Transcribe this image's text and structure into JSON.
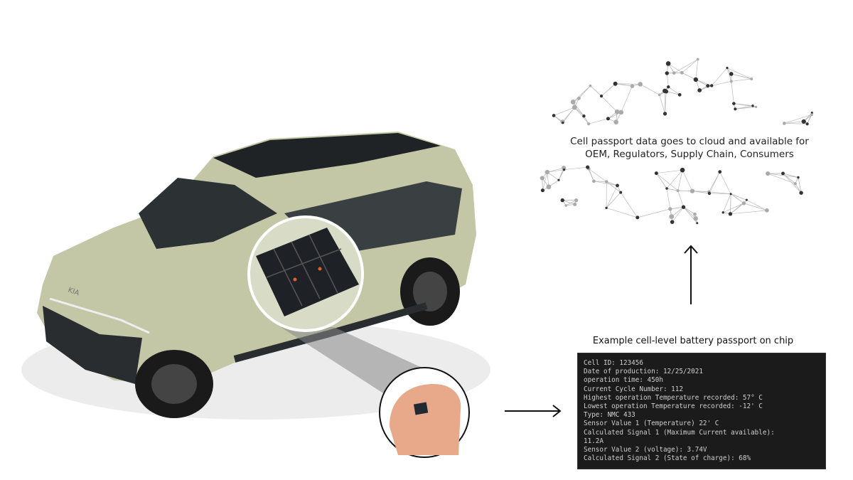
{
  "cloud": {
    "caption_line1": "Cell passport data goes to cloud and available for",
    "caption_line2": "OEM, Regulators, Supply Chain, Consumers"
  },
  "car": {
    "brand_badge": "KIA",
    "color": "#c3c7a6"
  },
  "terminal": {
    "title": "Example cell-level battery passport on chip",
    "lines": [
      "Cell ID: 123456",
      "Date of production: 12/25/2021",
      "operation time: 450h",
      "Current Cycle Number: 112",
      "Highest operation Temperature recorded: 57° C",
      "Lowest operation Temperature recorded: -12' C",
      "Type: NMC 433",
      "Sensor Value 1 (Temperature) 22' C",
      "Calculated Signal 1 (Maximum Current available):",
      "11.2A",
      "Sensor Value 2 (voltage): 3.74V",
      "Calculated Signal 2 (State of charge): 68%"
    ]
  }
}
